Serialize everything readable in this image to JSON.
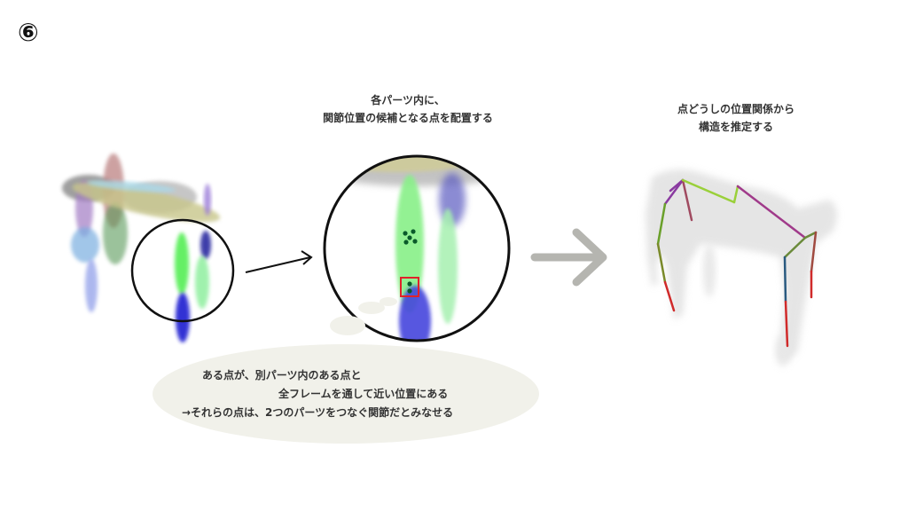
{
  "step_number": "⑥",
  "captions": {
    "middle": [
      "各パーツ内に、",
      "関節位置の候補となる点を配置する"
    ],
    "right": [
      "点どうしの位置関係から",
      "構造を推定する"
    ]
  },
  "bubble": {
    "line1": "ある点が、別パーツ内のある点と",
    "line2": "全フレームを通して近い位置にある",
    "line3": "→それらの点は、2つのパーツをつなぐ関節だとみなせる"
  },
  "colors": {
    "accent_red": "#e0222a",
    "arrow_gray": "#b5b5b0",
    "bubble_fill": "#f1f1ea"
  }
}
